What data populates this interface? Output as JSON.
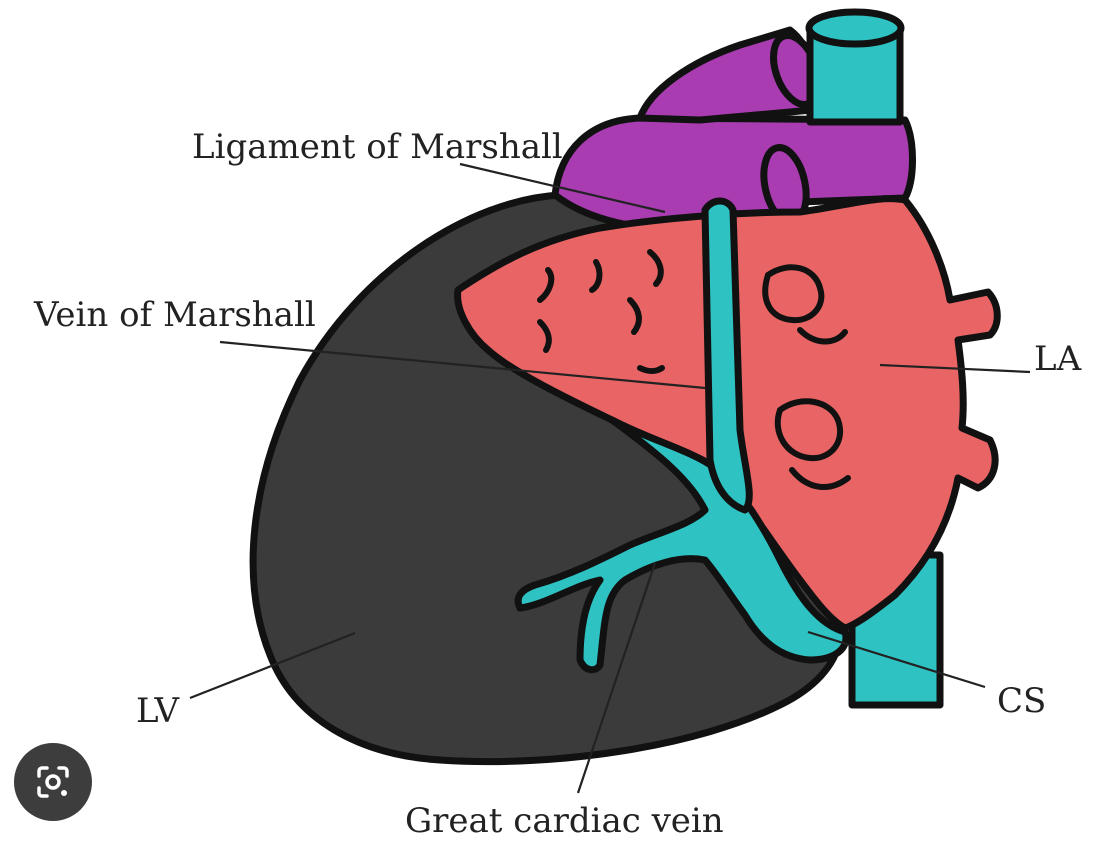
{
  "labels": {
    "ligament_of_marshall": "Ligament of Marshall",
    "vein_of_marshall": "Vein of Marshall",
    "la": "LA",
    "lv": "LV",
    "cs": "CS",
    "great_cardiac_vein": "Great cardiac vein"
  },
  "colors": {
    "ventricle": "#3b3b3b",
    "atrium": "#e96464",
    "aorta": "#a83cb0",
    "veins": "#2ec2c2",
    "outline": "#111111"
  },
  "icons": {
    "lens_button": "lens-search-icon"
  }
}
